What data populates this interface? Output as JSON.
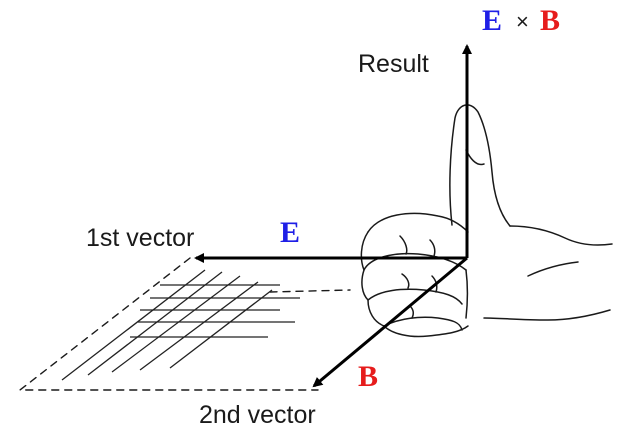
{
  "labels": {
    "result": "Result",
    "first_vector": "1st vector",
    "second_vector": "2nd vector",
    "e_symbol": "E",
    "b_symbol": "B",
    "cross_e": "E",
    "cross_times": "×",
    "cross_b": "B"
  },
  "colors": {
    "e_vector": "#1f1fe6",
    "b_vector": "#e61c1c",
    "lines": "#000000"
  },
  "icons": {
    "hand": "right-hand-thumbs-up-icon"
  }
}
